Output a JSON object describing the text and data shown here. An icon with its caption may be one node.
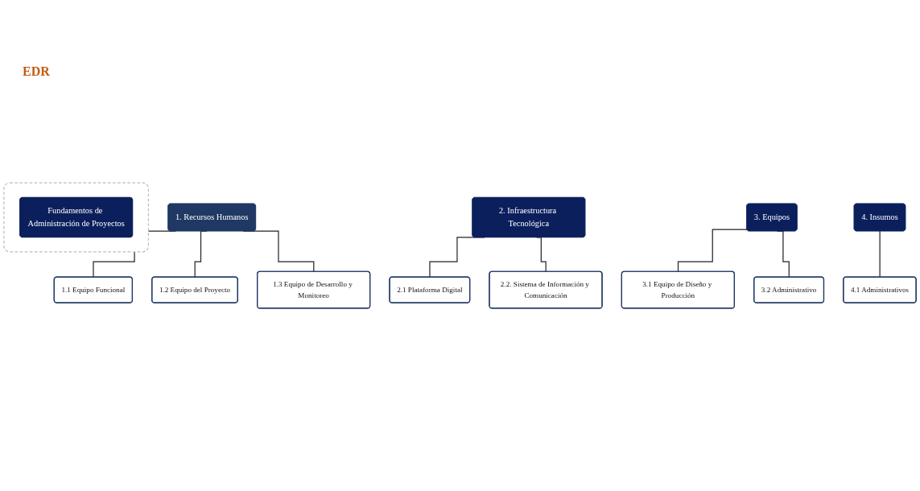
{
  "diagram": {
    "nodes": [
      {
        "text": [],
        "shape": "box"
      },
      {
        "text": [
          "Fundamentos de Administración de Proyectos"
        ],
        "in": 0
      },
      {
        "text": [
          "1. Recursos Humanos"
        ]
      },
      {
        "text": [
          "1.1 Equipo Funcional"
        ]
      },
      {
        "text": [
          "1.2 Equipo del Proyecto"
        ]
      },
      {
        "text": [
          "1.3 Equipo de Desarrollo y Monitoreo"
        ]
      },
      {
        "text": [
          "2. Infraestructura Tecnológica"
        ]
      },
      {
        "text": [
          "2.1 Plataforma Digital"
        ]
      },
      {
        "text": [
          "2.2. Sistema de Información y Comunicación"
        ]
      },
      {
        "text": [
          "3. Equipos"
        ]
      },
      {
        "text": [
          "3.1 Equipo de Diseño y Producción"
        ]
      },
      {
        "text": [
          "3.2 Administrativo"
        ]
      },
      {
        "text": [
          "4. Insumos"
        ]
      },
      {
        "text": [
          "4.1 Administrativos"
        ]
      }
    ],
    "edges": [
      {
        "from": 2,
        "to": 3,
        "arrow": "none"
      },
      {
        "from": 2,
        "to": 4,
        "arrow": "none"
      },
      {
        "from": 2,
        "to": 5,
        "arrow": "none"
      },
      {
        "from": 6,
        "to": 7,
        "arrow": "none"
      },
      {
        "from": 6,
        "to": 8,
        "arrow": "none"
      },
      {
        "from": 9,
        "to": 10,
        "arrow": "none"
      },
      {
        "from": 9,
        "to": 11,
        "arrow": "none"
      },
      {
        "from": 12,
        "to": 13,
        "arrow": "none"
      }
    ],
    "labels": [
      "EDR"
    ]
  }
}
